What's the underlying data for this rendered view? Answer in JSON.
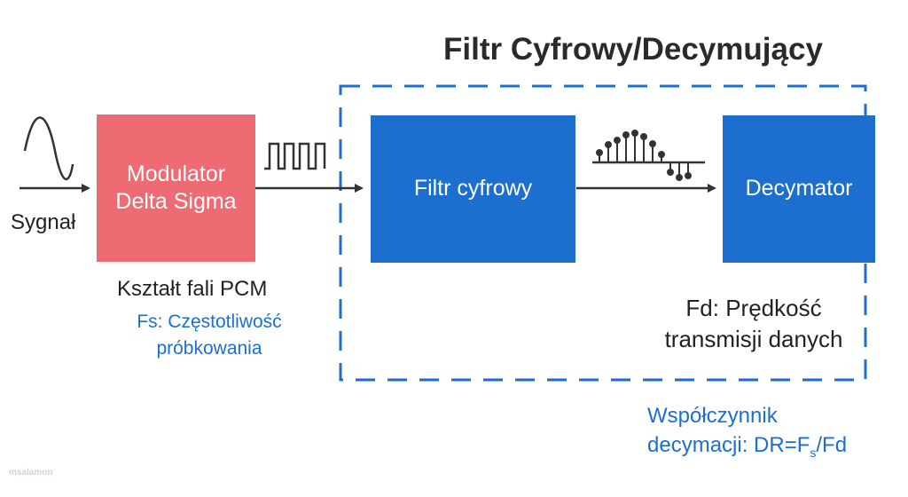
{
  "title": "Filtr Cyfrowy/Decymujący",
  "signal_label": "Sygnał",
  "blocks": {
    "modulator": {
      "line1": "Modulator",
      "line2": "Delta Sigma",
      "color": "#ef6b74"
    },
    "filter": {
      "label": "Filtr cyfrowy",
      "color": "#1c6fcf"
    },
    "decimator": {
      "label": "Decymator",
      "color": "#1c6fcf"
    }
  },
  "labels": {
    "pcm": "Kształt fali PCM",
    "fs_line1": "Fs: Częstotliwość",
    "fs_line2": "próbkowania",
    "fd_line1": "Fd: Prędkość",
    "fd_line2": "transmisji danych",
    "dr_line1": "Współczynnik",
    "dr_prefix": "decymacji: DR=F",
    "dr_sub": "s",
    "dr_suffix": "/Fd"
  },
  "watermark": "msalamon",
  "colors": {
    "accent": "#1c6fcf",
    "arrow": "#333333",
    "dashed_border": "#1c6fcf"
  },
  "icons": [
    "sine-wave-icon",
    "pcm-square-wave-icon",
    "filtered-samples-icon"
  ]
}
